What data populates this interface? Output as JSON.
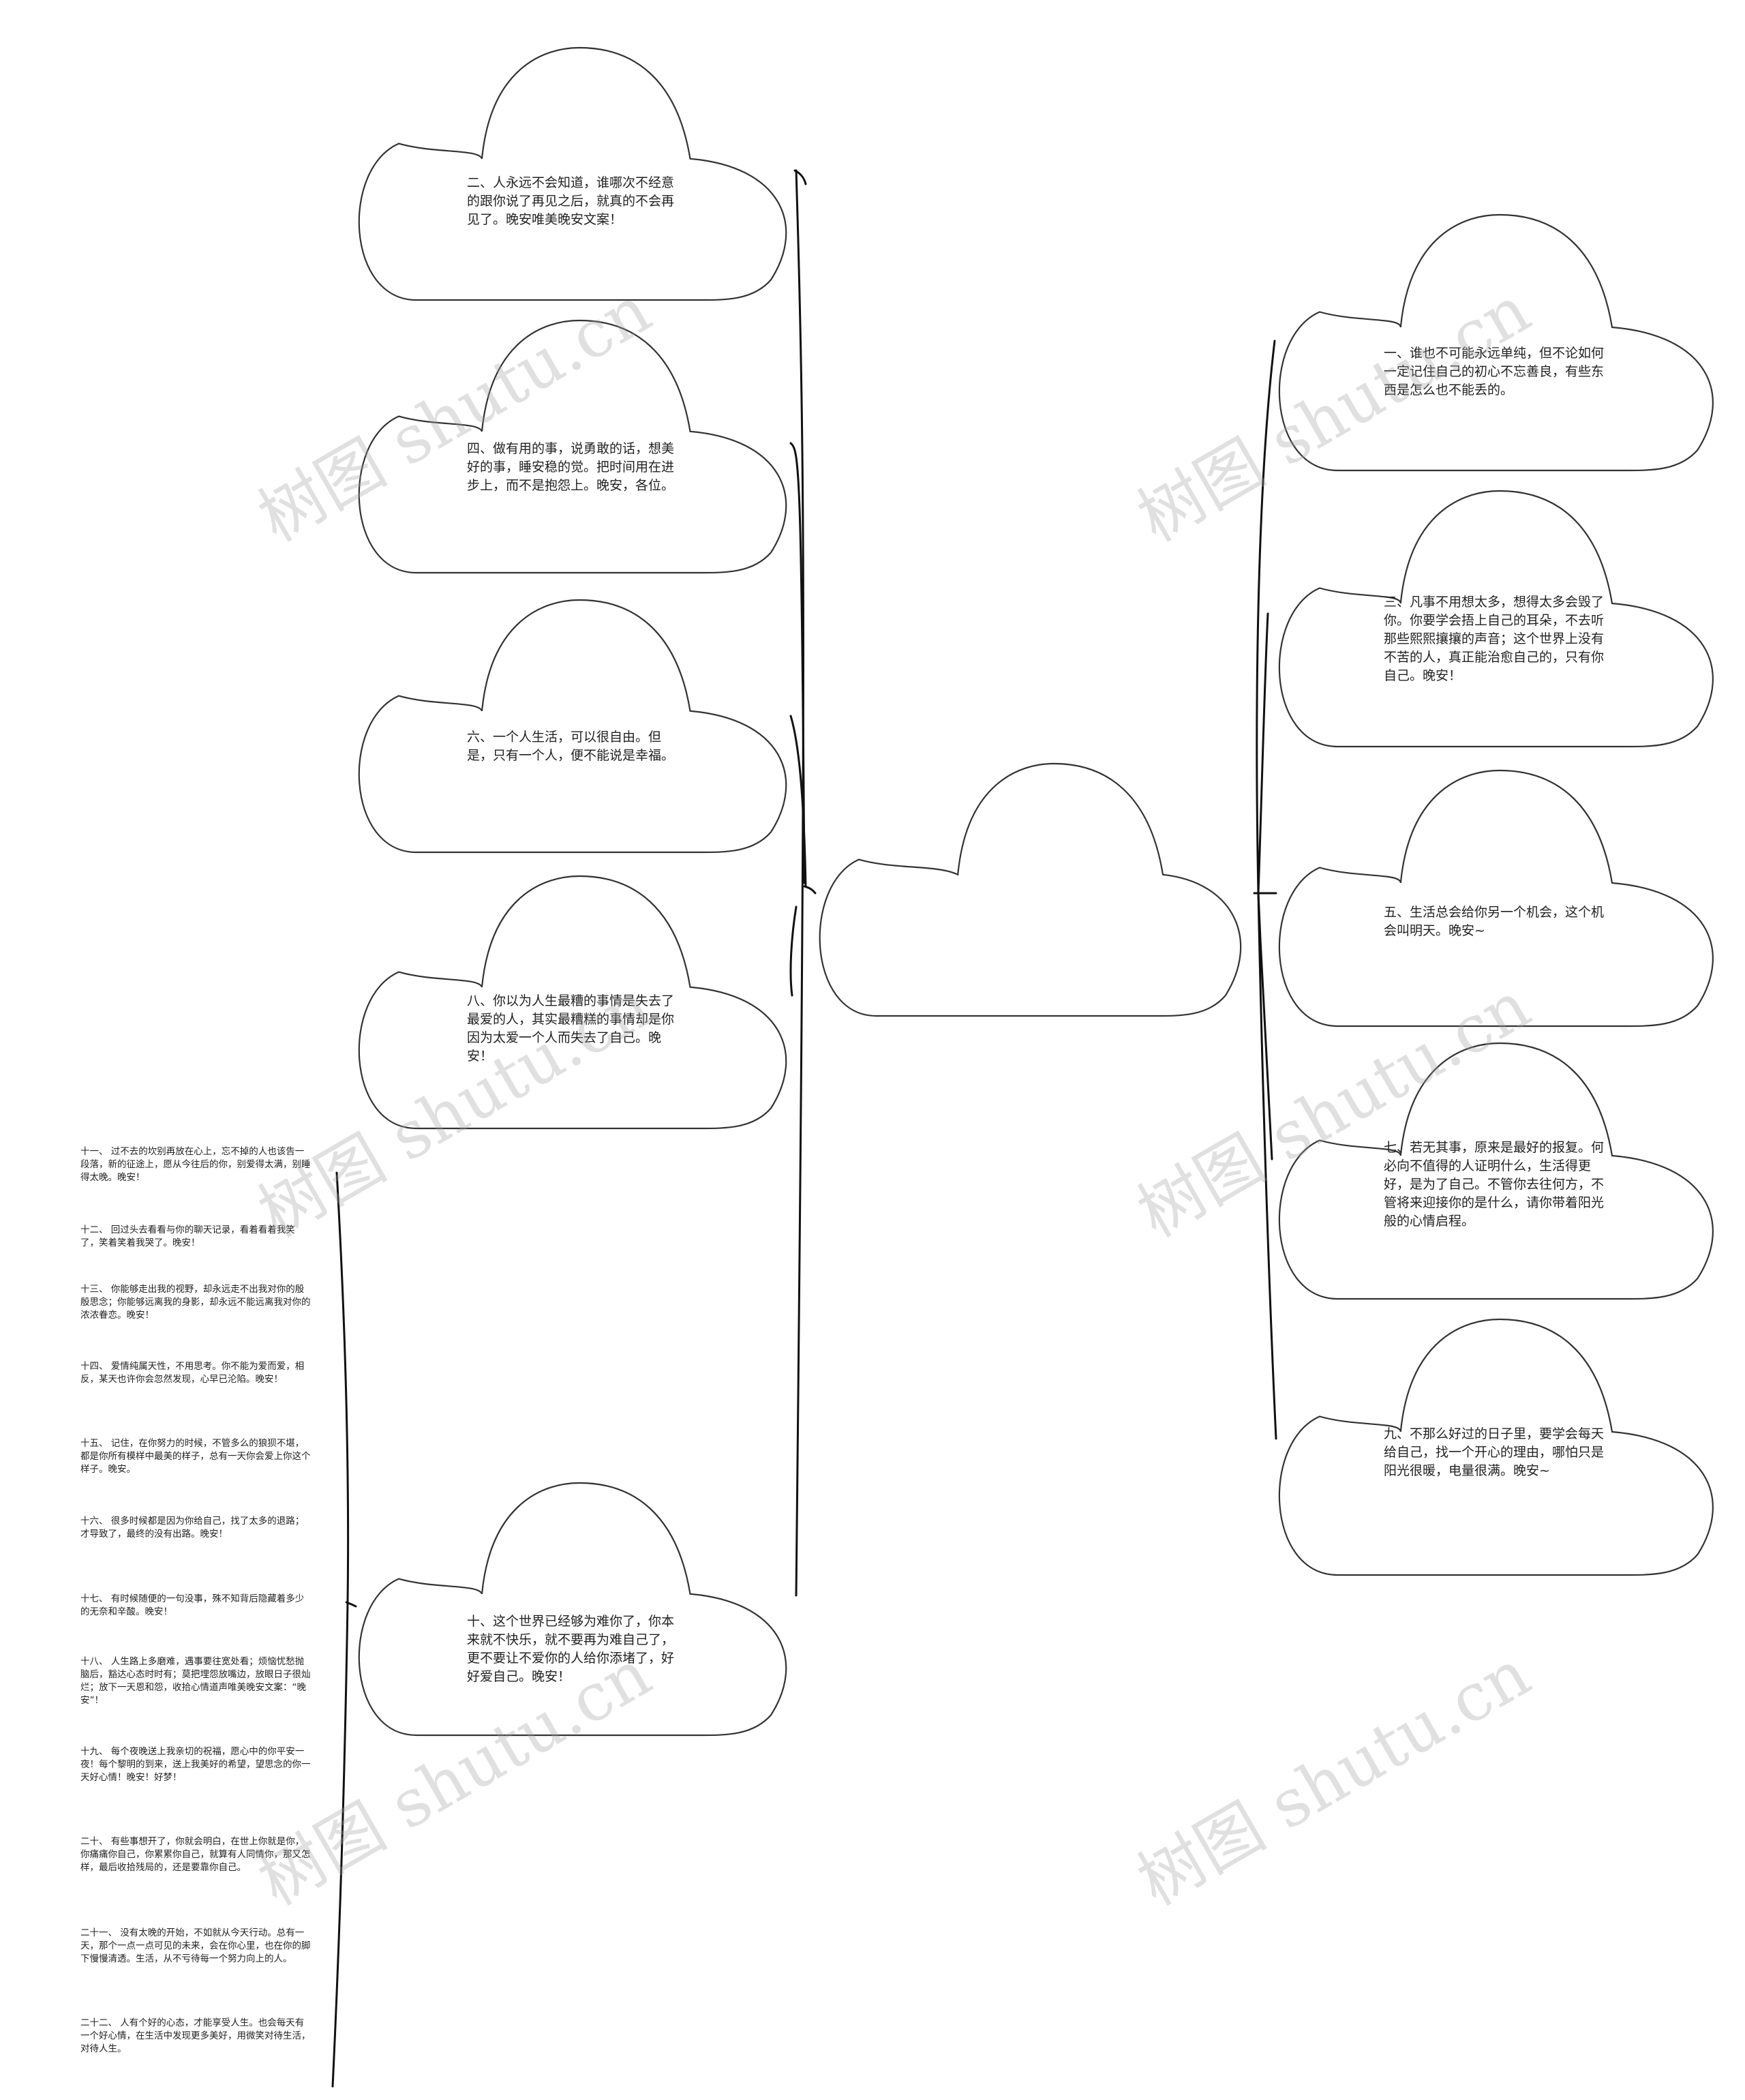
{
  "central": {
    "text": ""
  },
  "right_nodes": [
    {
      "text": "一、谁也不可能永远单纯，但不论如何一定记住自己的初心不忘善良，有些东西是怎么也不能丢的。"
    },
    {
      "text": "三、凡事不用想太多，想得太多会毁了你。你要学会捂上自己的耳朵，不去听那些熙熙攘攘的声音；这个世界上没有不苦的人，真正能治愈自己的，只有你自己。晚安！"
    },
    {
      "text": "五、生活总会给你另一个机会，这个机会叫明天。晚安~"
    },
    {
      "text": "七、若无其事，原来是最好的报复。何必向不值得的人证明什么，生活得更好，是为了自己。不管你去往何方，不管将来迎接你的是什么，请你带着阳光般的心情启程。"
    },
    {
      "text": "九、不那么好过的日子里，要学会每天给自己，找一个开心的理由，哪怕只是阳光很暖，电量很满。晚安~"
    }
  ],
  "left_nodes": [
    {
      "text": "二、人永远不会知道，谁哪次不经意的跟你说了再见之后，就真的不会再见了。晚安唯美晚安文案！"
    },
    {
      "text": "四、做有用的事，说勇敢的话，想美好的事，睡安稳的觉。把时间用在进步上，而不是抱怨上。晚安，各位。"
    },
    {
      "text": "六、一个人生活，可以很自由。但是，只有一个人，便不能说是幸福。"
    },
    {
      "text": "八、你以为人生最糟的事情是失去了最爱的人，其实最糟糕的事情却是你因为太爱一个人而失去了自己。晚安！"
    },
    {
      "text": "十、这个世界已经够为难你了，你本来就不快乐，就不要再为难自己了，更不要让不爱你的人给你添堵了，好好爱自己。晚安！"
    }
  ],
  "leaves": [
    {
      "text": "十一、 过不去的坎别再放在心上，忘不掉的人也该告一段落，新的征途上，愿从今往后的你，别爱得太满，别睡得太晚。晚安！"
    },
    {
      "text": "十二、 回过头去看看与你的聊天记录，看着看着我笑了，笑着笑着我哭了。晚安！"
    },
    {
      "text": "十三、 你能够走出我的视野，却永远走不出我对你的殷殷思念；你能够远离我的身影，却永远不能远离我对你的浓浓眷恋。晚安！"
    },
    {
      "text": "十四、 爱情纯属天性，不用思考。你不能为爱而爱，相反，某天也许你会忽然发现，心早已沦陷。晚安！"
    },
    {
      "text": "十五、 记住，在你努力的时候，不管多么的狼狈不堪，都是你所有模样中最美的样子，总有一天你会爱上你这个样子。晚安。"
    },
    {
      "text": "十六、 很多时候都是因为你给自己，找了太多的退路；才导致了，最终的没有出路。晚安！"
    },
    {
      "text": "十七、 有时候随便的一句没事，殊不知背后隐藏着多少的无奈和辛酸。晚安！"
    },
    {
      "text": "十八、 人生路上多磨难，遇事要往宽处看；烦恼忧愁抛脑后，豁达心态时时有；莫把埋怨放嘴边，放眼日子很灿烂；放下一天恩和怨，收拾心情道声唯美晚安文案：“晚安”！"
    },
    {
      "text": "十九、 每个夜晚送上我亲切的祝福，愿心中的你平安一夜！每个黎明的到来，送上我美好的希望，望思念的你一天好心情！晚安！好梦！"
    },
    {
      "text": "二十、 有些事想开了，你就会明白，在世上你就是你，你痛痛你自己，你累累你自己，就算有人同情你，那又怎样，最后收拾残局的，还是要靠你自己。"
    },
    {
      "text": "二十一、 没有太晚的开始，不如就从今天行动。总有一天，那个一点一点可见的未来，会在你心里，也在你的脚下慢慢清透。生活，从不亏待每一个努力向上的人。"
    },
    {
      "text": "二十二、 人有个好的心态，才能享受人生。也会每天有一个好心情，在生活中发现更多美好，用微笑对待生活，对待人生。"
    }
  ],
  "watermark": "树图 shutu.cn"
}
